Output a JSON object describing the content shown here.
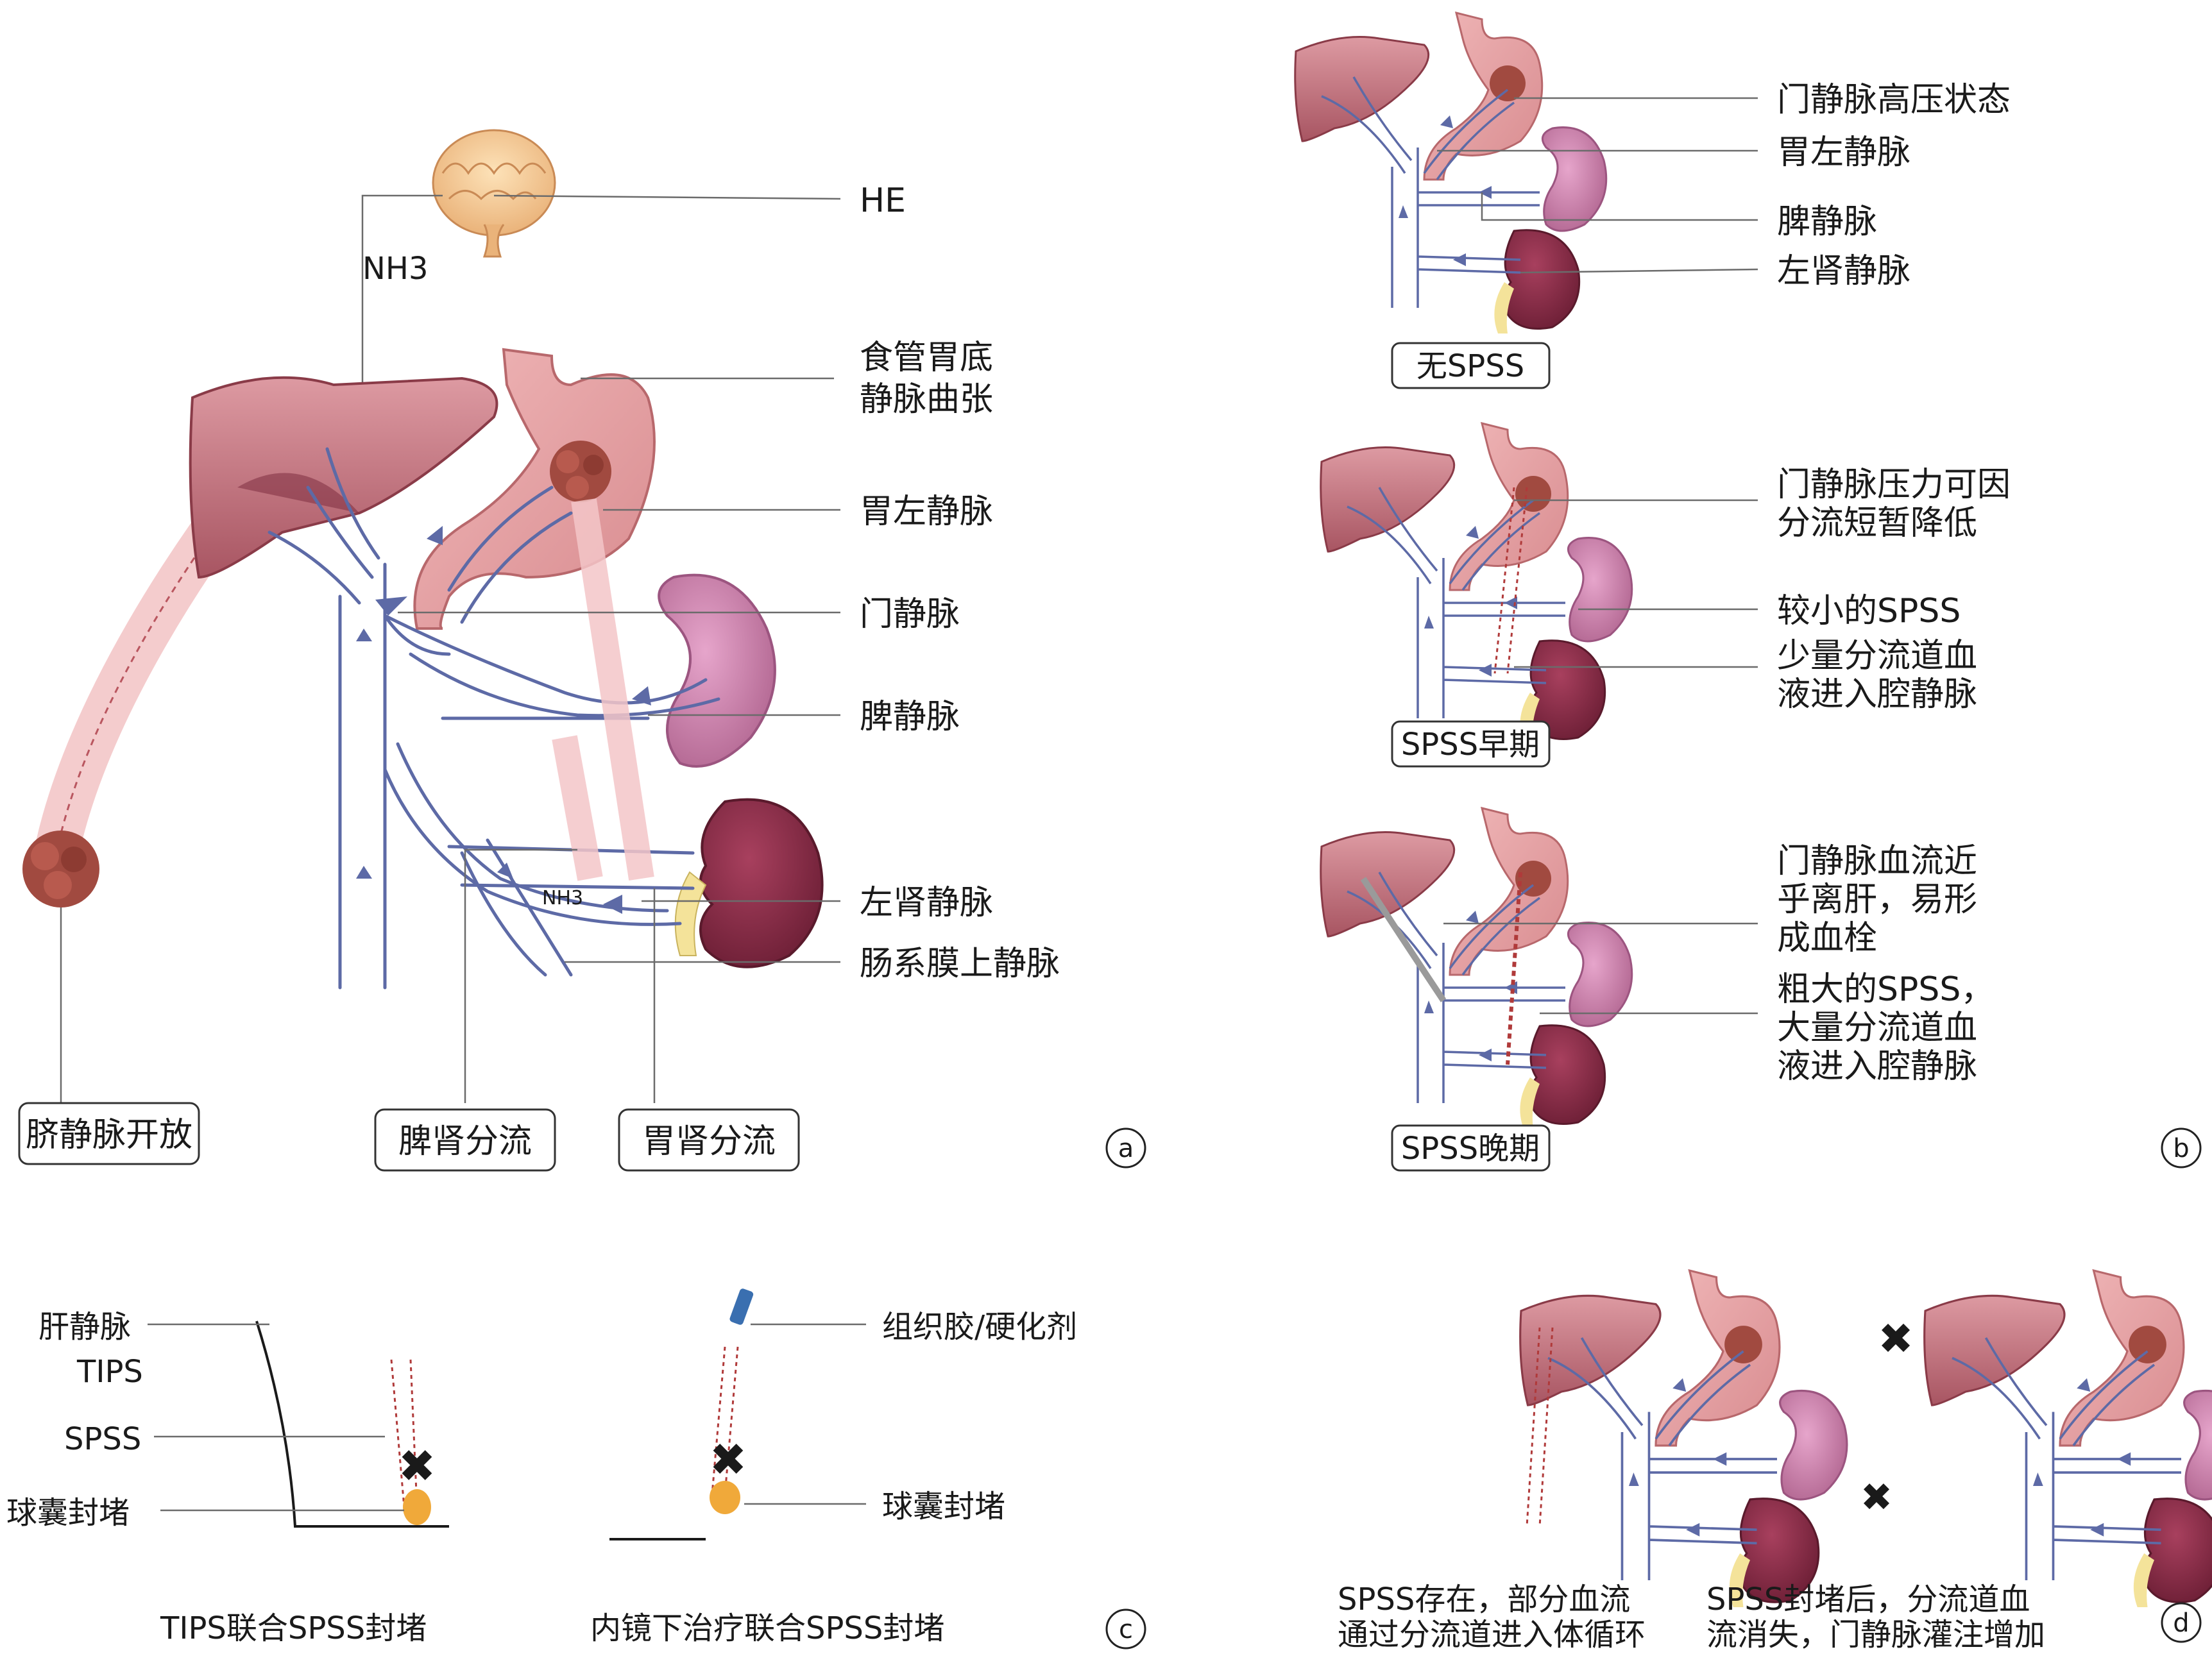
{
  "panel_a": {
    "brain_label": "HE",
    "nh3_top": "NH3",
    "nh3_shunt": "NH3",
    "labels": [
      "食管胃底",
      "静脉曲张",
      "胃左静脉",
      "门静脉",
      "脾静脉",
      "左肾静脉",
      "肠系膜上静脉"
    ],
    "boxes": [
      "脐静脉开放",
      "脾肾分流",
      "胃肾分流"
    ],
    "marker": "a"
  },
  "panel_b": {
    "stage1": {
      "labels": [
        "门静脉高压状态",
        "胃左静脉",
        "脾静脉",
        "左肾静脉"
      ],
      "box": "无SPSS"
    },
    "stage2": {
      "labels": [
        "门静脉压力可因",
        "分流短暂降低",
        "较小的SPSS",
        "少量分流道血",
        "液进入腔静脉"
      ],
      "box": "SPSS早期"
    },
    "stage3": {
      "labels": [
        "门静脉血流近",
        "乎离肝，易形",
        "成血栓",
        "粗大的SPSS，",
        "大量分流道血",
        "液进入腔静脉"
      ],
      "box": "SPSS晚期"
    },
    "marker": "b"
  },
  "panel_c": {
    "left_labels": [
      "肝静脉",
      "TIPS",
      "SPSS",
      "球囊封堵"
    ],
    "left_caption": "TIPS联合SPSS封堵",
    "right_labels": [
      "组织胶/硬化剂",
      "球囊封堵"
    ],
    "right_caption": "内镜下治疗联合SPSS封堵",
    "marker": "c"
  },
  "panel_d": {
    "left_caption": [
      "SPSS存在，部分血流",
      "通过分流道进入体循环"
    ],
    "right_caption": [
      "SPSS封堵后，分流道血",
      "流消失，门静脉灌注增加"
    ],
    "marker": "d"
  },
  "colors": {
    "liver": "#c97d87",
    "stomach": "#e6a3a6",
    "spleen": "#c77aa8",
    "kidney": "#8e2f4b",
    "vein": "#5d6aa6",
    "varix": "#a14a40"
  }
}
